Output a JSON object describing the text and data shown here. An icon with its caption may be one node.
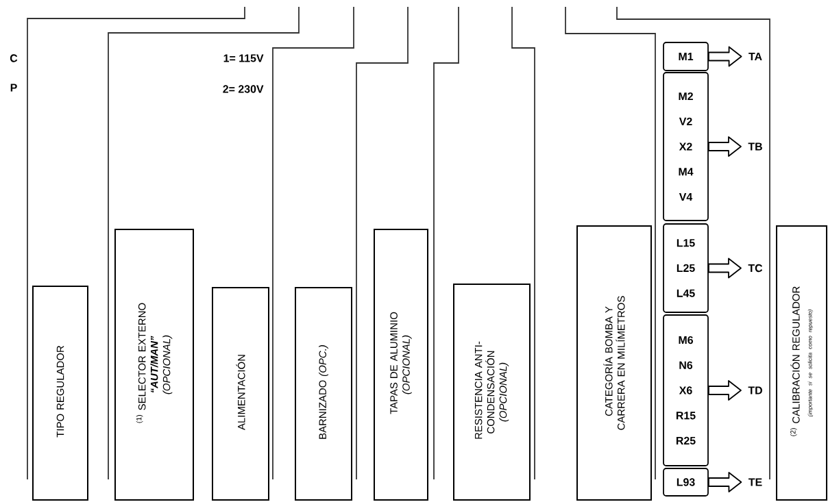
{
  "diagram": {
    "nodes": [
      {
        "text": [
          "TIPO REGULADOR"
        ]
      },
      {
        "text": [
          "$^{(1)}$ SELECTOR EXTERNO",
          "“AUT/MAN”",
          "(OPCIONAL)"
        ]
      },
      {
        "text": [
          "ALIMENTACIÓN"
        ]
      },
      {
        "text": [
          "BARNIZADO *(OPC.)*"
        ]
      },
      {
        "text": [
          "TAPAS DE ALUMINIO",
          "(OPCIONAL)"
        ]
      },
      {
        "text": [
          "RESISTENCIA ANTI-CONDENSACIÓN",
          "(OPCIONAL)"
        ]
      },
      {
        "text": [
          "CATEGORÍA BOMBA Y CARRERA EN MILÍMETROS"
        ]
      },
      {
        "text": [
          "$^{(2)}$ CALIBRACIÓN REGULADOR",
          "(importante si se solicita como repuesto)"
        ]
      },
      {
        "text": [
          "M1"
        ]
      },
      {
        "text": [
          "TA"
        ]
      },
      {
        "text": [
          "M2",
          "V2",
          "X2",
          "M4",
          "V4"
        ]
      },
      {
        "text": [
          "TB"
        ]
      },
      {
        "text": [
          "L15",
          "L25",
          "L45"
        ]
      },
      {
        "text": [
          "TC"
        ]
      },
      {
        "text": [
          "M6",
          "N6",
          "X6",
          "R15",
          "R25"
        ]
      },
      {
        "text": [
          "TD"
        ]
      },
      {
        "text": [
          "L93"
        ]
      },
      {
        "text": [
          "TE"
        ]
      }
    ],
    "edges": [
      {
        "from": 8,
        "to": 9,
        "arrow": "to"
      },
      {
        "from": 10,
        "to": 11,
        "arrow": "to"
      },
      {
        "from": 12,
        "to": 13,
        "arrow": "to"
      },
      {
        "from": 14,
        "to": 15,
        "arrow": "to"
      },
      {
        "from": 16,
        "to": 17,
        "arrow": "to"
      }
    ],
    "labels": [
      "C",
      "1= 115V",
      "P",
      "2= 230V"
    ]
  }
}
